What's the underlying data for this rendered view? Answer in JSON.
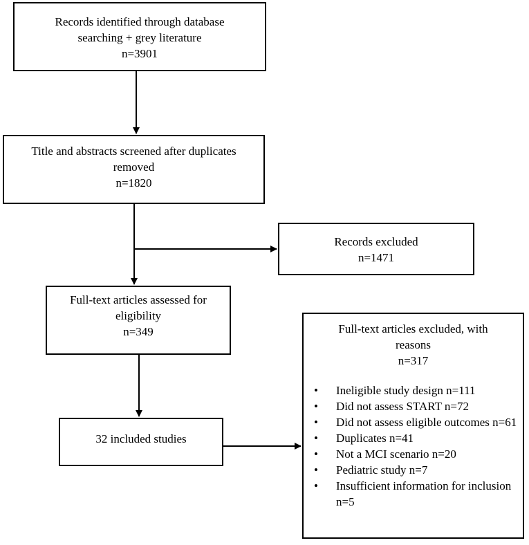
{
  "boxes": {
    "identified": {
      "lines": [
        "Records identified through database",
        "searching + grey literature",
        "n=3901"
      ]
    },
    "screened": {
      "lines": [
        "Title and abstracts screened after duplicates",
        "removed",
        "n=1820"
      ]
    },
    "excluded": {
      "lines": [
        "Records excluded",
        "n=1471"
      ]
    },
    "fulltext": {
      "lines": [
        "Full-text articles assessed for",
        "eligibility",
        "n=349"
      ]
    },
    "included": {
      "lines": [
        "32 included studies"
      ]
    },
    "reasons": {
      "lines": [
        "Full-text articles excluded, with",
        "reasons",
        "n=317"
      ],
      "bullet": "•",
      "items": [
        "Ineligible study design n=111",
        "Did not assess START n=72",
        "Did not assess eligible outcomes n=61",
        "Duplicates n=41",
        "Not a MCI scenario n=20",
        "Pediatric study n=7",
        "Insufficient information for inclusion n=5"
      ]
    }
  },
  "colors": {
    "line": "#000000",
    "background": "#ffffff"
  }
}
